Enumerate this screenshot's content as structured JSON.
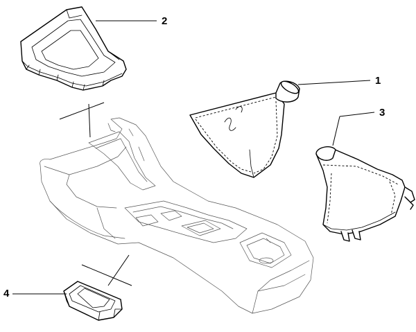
{
  "callouts": [
    {
      "part": "gear-lever-boot",
      "label": "1"
    },
    {
      "part": "storage-tray",
      "label": "2"
    },
    {
      "part": "handbrake-boot",
      "label": "3"
    },
    {
      "part": "ashtray-insert",
      "label": "4"
    }
  ]
}
